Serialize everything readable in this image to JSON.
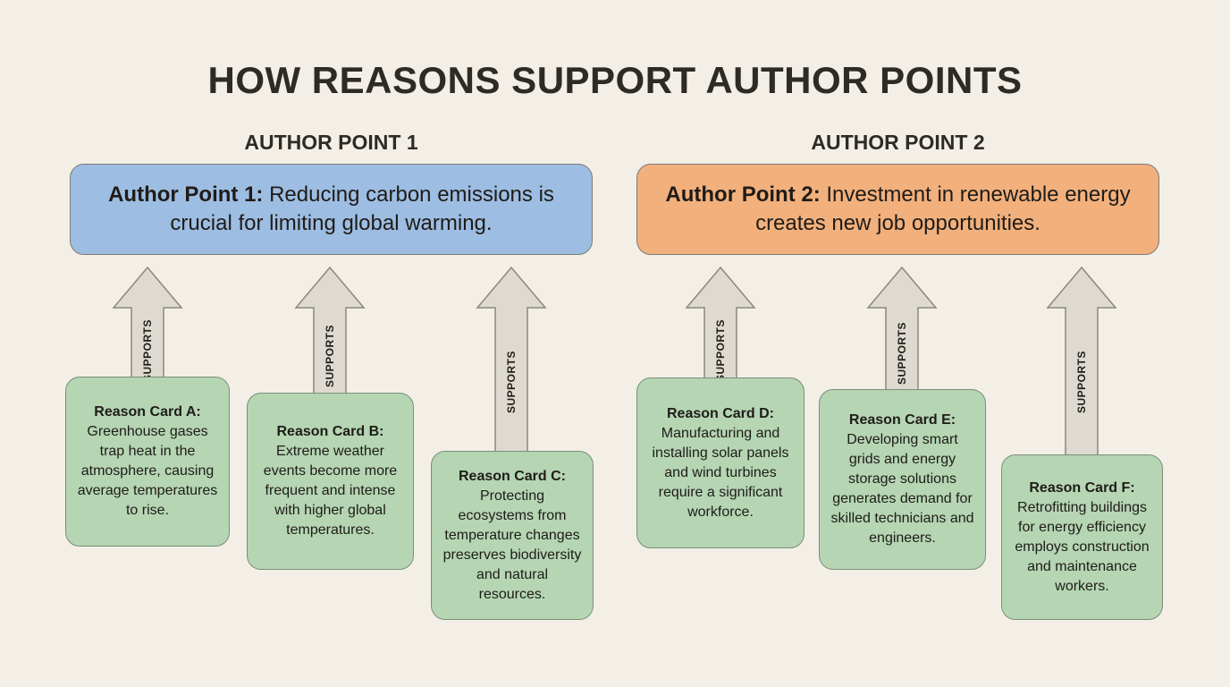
{
  "title": "HOW REASONS SUPPORT AUTHOR POINTS",
  "colors": {
    "background": "#f3efe7",
    "point1_fill": "#9dbde2",
    "point2_fill": "#f2b07c",
    "card_fill": "#b5d5b3",
    "arrow_fill": "#dedad1",
    "text": "#1f1c18"
  },
  "sections": [
    {
      "heading": "AUTHOR POINT 1",
      "point_label": "Author Point 1:",
      "point_text": " Reducing carbon emissions is crucial for limiting global warming.",
      "arrow_label": "SUPPORTS",
      "cards": [
        {
          "title": "Reason Card A:",
          "text": "Greenhouse gases trap heat in the atmosphere, causing average temperatures to rise."
        },
        {
          "title": "Reason Card B:",
          "text": "Extreme weather events become more frequent and intense with higher global temperatures."
        },
        {
          "title": "Reason Card C:",
          "text": "Protecting ecosystems from temperature changes preserves biodiversity and natural resources."
        }
      ]
    },
    {
      "heading": "AUTHOR POINT 2",
      "point_label": "Author Point 2:",
      "point_text": " Investment in renewable energy creates new job opportunities.",
      "arrow_label": "SUPPORTS",
      "cards": [
        {
          "title": "Reason Card D:",
          "text": "Manufacturing and installing solar panels and wind turbines require a significant workforce."
        },
        {
          "title": "Reason Card E:",
          "text": "Developing smart grids and energy storage solutions generates demand for skilled technicians and engineers."
        },
        {
          "title": "Reason Card F:",
          "text": "Retrofitting buildings for energy efficiency employs construction and maintenance workers."
        }
      ]
    }
  ]
}
